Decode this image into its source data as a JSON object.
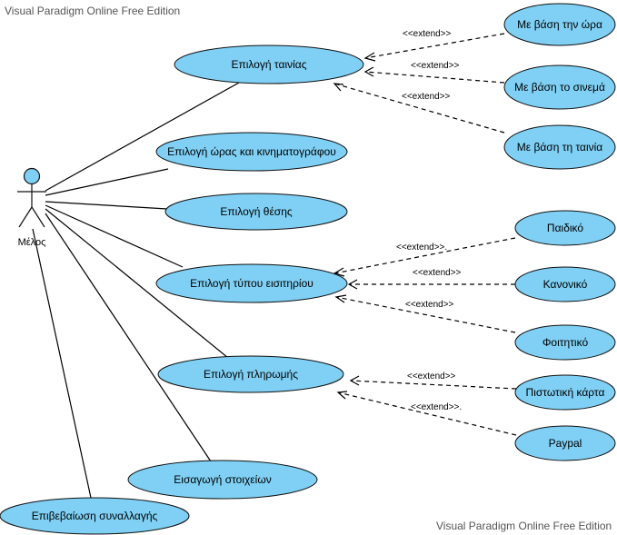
{
  "watermark": {
    "top_text": "Visual Paradigm Online Free Edition",
    "bottom_text": "Visual Paradigm Online Free Edition"
  },
  "actor": {
    "label": "Μέλος"
  },
  "use_cases": {
    "choose_movie": "Επιλογή ταινίας",
    "choose_time_cinema": "Επιλογή ώρας και κινηματογράφου",
    "choose_seat": "Επιλογή θέσης",
    "choose_ticket_type": "Επιλογή τύπου εισιτηρίου",
    "choose_payment": "Επιλογή πληρωμής",
    "enter_details": "Εισαγωγή στοιχείων",
    "confirm_transaction": "Επιβεβαίωση συναλλαγής",
    "by_time": "Με βάση την ώρα",
    "by_cinema": "Με βάση το σινεμά",
    "by_movie": "Με βάση τη ταινία",
    "child": "Παιδικό",
    "regular": "Κανονικό",
    "student": "Φοιτητικό",
    "credit_card": "Πιστωτική κάρτα",
    "paypal": "Paypal"
  },
  "relations": {
    "extend_label": "<<extend>>",
    "extend_label_dotted": "<<extend>>."
  },
  "colors": {
    "use_case_fill": "#7fd0f4",
    "stroke": "#111111"
  }
}
